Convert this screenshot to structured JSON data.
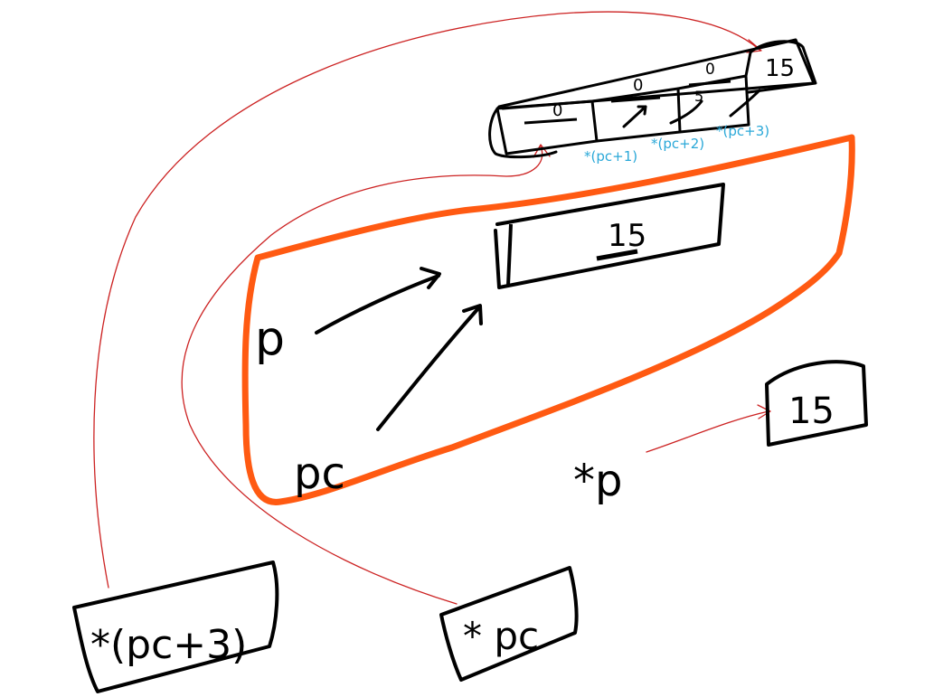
{
  "colors": {
    "ink": "#000000",
    "connector": "#cc2222",
    "highlight": "#ff5a12",
    "annotation": "#2aa8d8",
    "background": "#ffffff"
  },
  "array_cells": [
    {
      "top": "0",
      "bottom": "—"
    },
    {
      "top": "0",
      "bottom": "—"
    },
    {
      "top": "0",
      "bottom": "5"
    },
    {
      "top": "15",
      "bottom": ""
    }
  ],
  "pointer_annotations": [
    "*(pc+1)",
    "*(pc+2)",
    "*(pc+3)"
  ],
  "memory_box_value": "15",
  "variables": {
    "p": "p",
    "pc": "pc",
    "deref_p": "*p"
  },
  "deref_p_result": "15",
  "labels": {
    "pc_plus_3": "*(pc+3)",
    "deref_pc": "* pc"
  }
}
